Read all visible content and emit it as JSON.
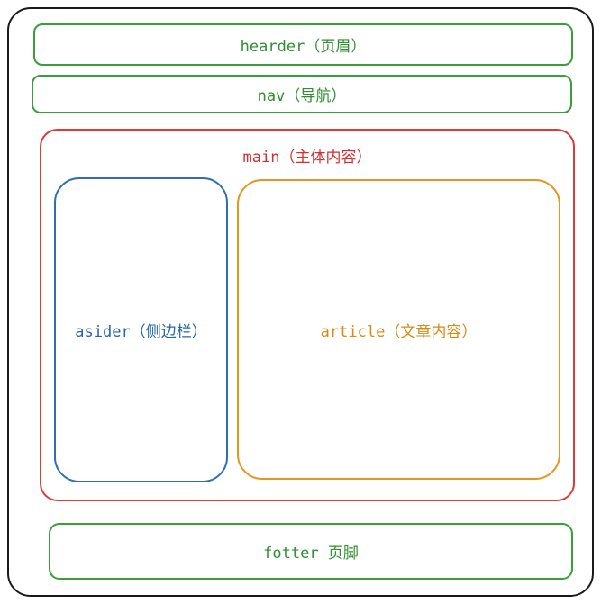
{
  "diagram": {
    "colors": {
      "outer": "#1a1a1a",
      "header": "#3a9e3a",
      "nav": "#3a9e3a",
      "main": "#dd3a3a",
      "aside": "#2f6fb0",
      "article": "#e4961e",
      "footer": "#3a9e3a"
    },
    "header_label": "hearder（页眉）",
    "nav_label": "nav（导航）",
    "main_label": "main（主体内容）",
    "aside_label": "asider（侧边栏）",
    "article_label": "article（文章内容）",
    "footer_label": "fotter 页脚"
  }
}
